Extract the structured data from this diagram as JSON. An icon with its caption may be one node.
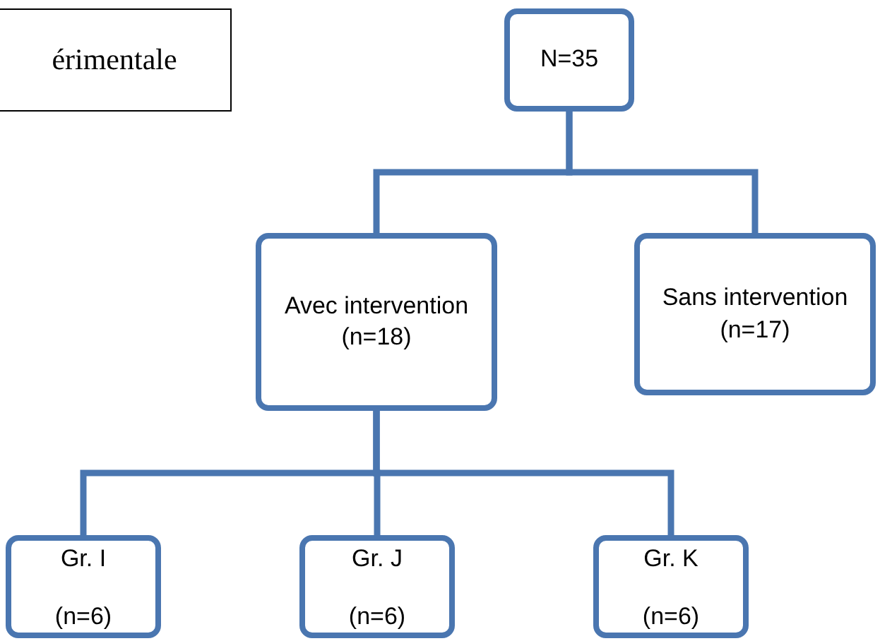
{
  "diagram": {
    "nodes": [
      {
        "text": [
          "érimentale"
        ]
      },
      {
        "text": [
          "N=35"
        ]
      },
      {
        "text": [
          "Avec intervention (n=18)"
        ]
      },
      {
        "text": [
          "Sans intervention (n=17)"
        ]
      },
      {
        "text": [
          "Gr. I",
          "(n=6)"
        ]
      },
      {
        "text": [
          "Gr. J",
          "(n=6)"
        ]
      },
      {
        "text": [
          "Gr. K",
          "(n=6)"
        ]
      }
    ],
    "edges": [
      {
        "from": 1,
        "to": 2,
        "arrow": "none"
      },
      {
        "from": 1,
        "to": 3,
        "arrow": "none"
      },
      {
        "from": 2,
        "to": 4,
        "arrow": "none"
      },
      {
        "from": 2,
        "to": 5,
        "arrow": "none"
      },
      {
        "from": 2,
        "to": 6,
        "arrow": "none"
      }
    ]
  }
}
